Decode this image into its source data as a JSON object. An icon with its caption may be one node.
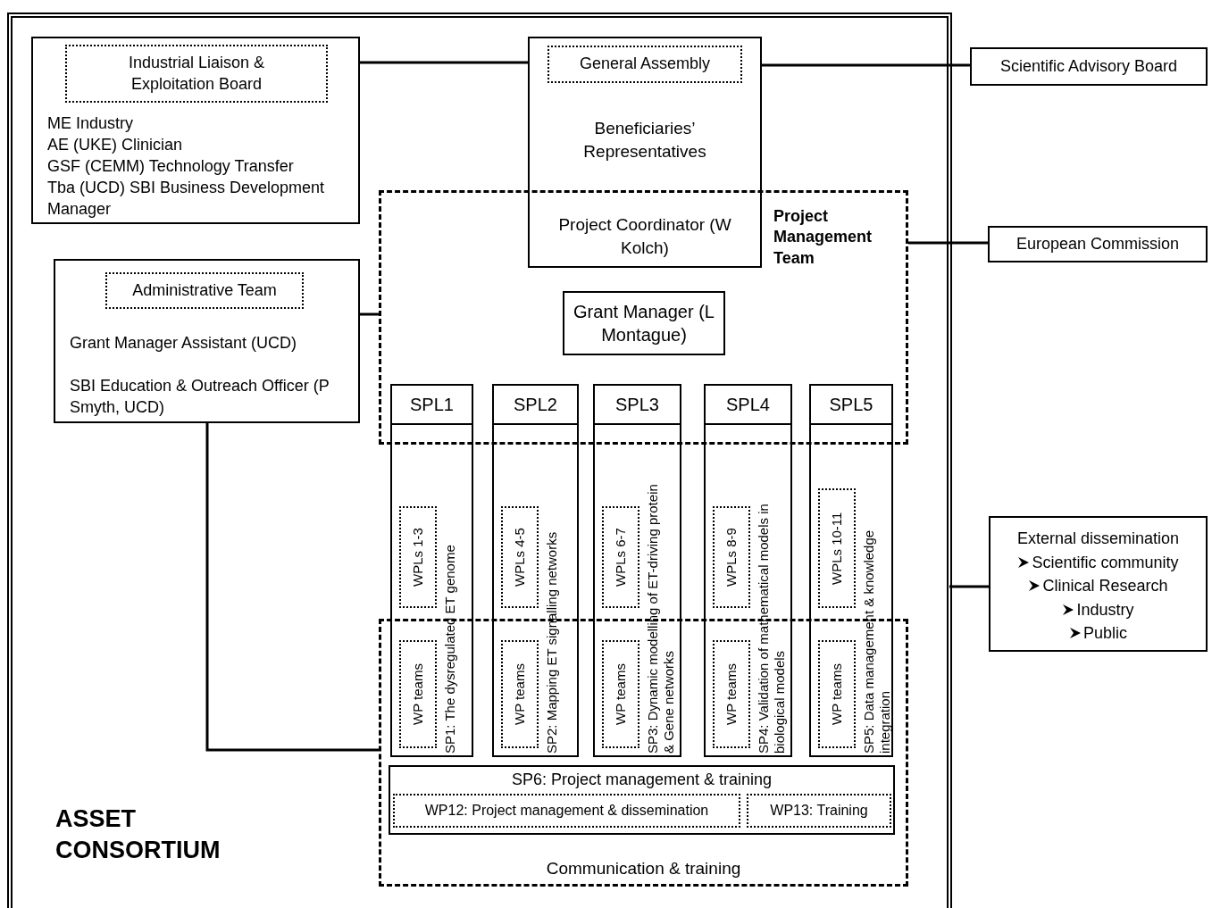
{
  "diagram": {
    "nodes": [
      {
        "text": [
          "ASSET CONSORTIUM"
        ]
      },
      {
        "text": [
          "ME Industry",
          "AE (UKE) Clinician",
          "GSF (CEMM) Technology Transfer",
          "Tba (UCD) SBI Business Development Manager"
        ],
        "in": 0
      },
      {
        "text": [
          "Industrial  Liaison & Exploitation Board"
        ],
        "in": 1
      },
      {
        "text": [
          "Beneficiaries’ Representatives",
          "Project Coordinator (W Kolch)"
        ],
        "in": 0
      },
      {
        "text": [
          "General Assembly"
        ],
        "in": 3
      },
      {
        "text": [
          "Grant Manager Assistant (UCD)",
          "SBI Education & Outreach Officer (P Smyth, UCD)"
        ],
        "in": 0
      },
      {
        "text": [
          "Administrative Team"
        ],
        "in": 5
      },
      {
        "text": [
          "Project Management Team"
        ],
        "in": 0
      },
      {
        "text": [
          "Grant Manager (L Montague)"
        ],
        "in": 7
      },
      {
        "text": [
          "SPL1",
          "SP1: The dysregulated ET genome"
        ],
        "in": 0
      },
      {
        "text": [
          "WPLs 1-3"
        ],
        "in": 9
      },
      {
        "text": [
          "WP teams"
        ]
      },
      {
        "text": [
          "SPL2",
          "SP2: Mapping ET signalling networks"
        ],
        "in": 0
      },
      {
        "text": [
          "WPLs 4-5"
        ],
        "in": 12
      },
      {
        "text": [
          "WP teams"
        ]
      },
      {
        "text": [
          "SPL3",
          "SP3: Dynamic modelling of ET-driving protein & Gene networks"
        ],
        "in": 0
      },
      {
        "text": [
          "WPLs 6-7"
        ],
        "in": 15
      },
      {
        "text": [
          "WP teams"
        ]
      },
      {
        "text": [
          "SPL4",
          "SP4: Validation of mathematical models in biological models"
        ],
        "in": 0
      },
      {
        "text": [
          "WPLs 8-9"
        ],
        "in": 18
      },
      {
        "text": [
          "WP teams"
        ]
      },
      {
        "text": [
          "SPL5",
          "SP5: Data management & knowledge integration"
        ],
        "in": 0
      },
      {
        "text": [
          "WPLs 10-11"
        ],
        "in": 21
      },
      {
        "text": [
          "WP teams"
        ]
      },
      {
        "text": [
          "Communication & training"
        ],
        "in": 0
      },
      {
        "text": [
          "SP6: Project management & training"
        ],
        "in": 24
      },
      {
        "text": [
          "WP12: Project management & dissemination"
        ],
        "in": 25
      },
      {
        "text": [
          "WP13: Training"
        ],
        "in": 25
      },
      {
        "text": [
          "Scientific Advisory Board"
        ]
      },
      {
        "text": [
          "European Commission"
        ]
      },
      {
        "text": [
          "External dissemination",
          "Scientific community",
          "Clinical Research",
          "Industry",
          "Public"
        ]
      }
    ],
    "edges": [
      {
        "from": 1,
        "to": 3,
        "arrow": "none"
      },
      {
        "from": 3,
        "to": 28,
        "arrow": "none"
      },
      {
        "from": 7,
        "to": 29,
        "arrow": "none"
      },
      {
        "from": 5,
        "to": 7,
        "arrow": "none"
      },
      {
        "from": 5,
        "to": 24,
        "arrow": "none"
      },
      {
        "from": 0,
        "to": 30,
        "arrow": "none"
      }
    ]
  }
}
